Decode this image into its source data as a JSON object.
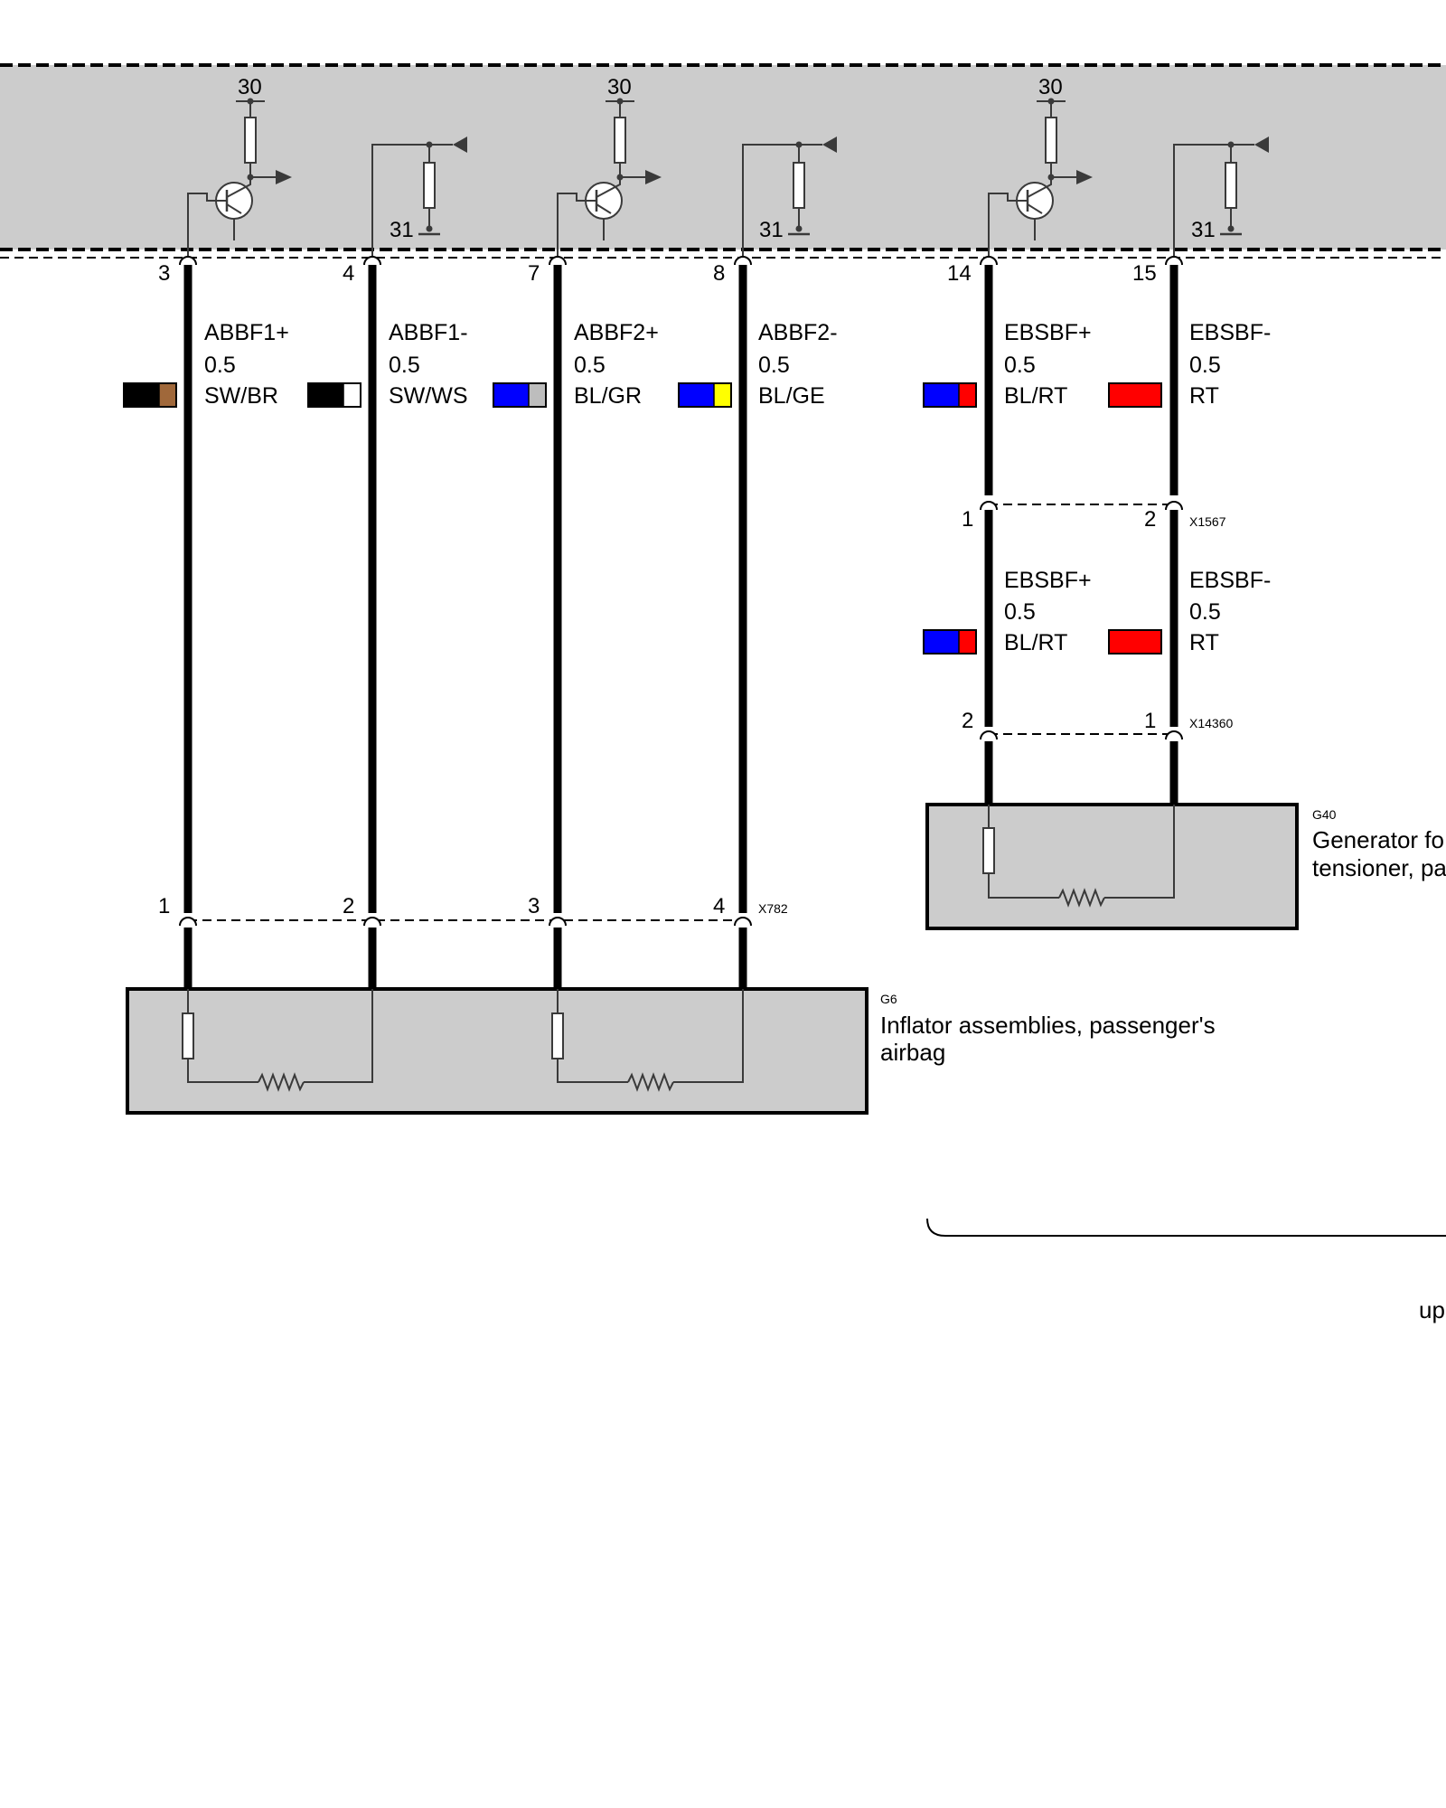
{
  "supply": {
    "plus": "30",
    "ground": "31"
  },
  "pins_module": [
    "3",
    "4",
    "7",
    "8",
    "14",
    "15"
  ],
  "wires": [
    {
      "signal": "ABBF1+",
      "size": "0.5",
      "color": "SW/BR",
      "c1": "#000000",
      "c2": "#a0683a"
    },
    {
      "signal": "ABBF1-",
      "size": "0.5",
      "color": "SW/WS",
      "c1": "#000000",
      "c2": "#ffffff"
    },
    {
      "signal": "ABBF2+",
      "size": "0.5",
      "color": "BL/GR",
      "c1": "#0000ff",
      "c2": "#bdbdbd"
    },
    {
      "signal": "ABBF2-",
      "size": "0.5",
      "color": "BL/GE",
      "c1": "#0000ff",
      "c2": "#ffff00"
    },
    {
      "signal": "EBSBF+",
      "size": "0.5",
      "color": "BL/RT",
      "c1": "#0000ff",
      "c2": "#ff0000"
    },
    {
      "signal": "EBSBF-",
      "size": "0.5",
      "color": "RT",
      "c1": "#ff0000",
      "c2": "#ff0000"
    }
  ],
  "wires_lower": [
    {
      "signal": "EBSBF+",
      "size": "0.5",
      "color": "BL/RT",
      "c1": "#0000ff",
      "c2": "#ff0000"
    },
    {
      "signal": "EBSBF-",
      "size": "0.5",
      "color": "RT",
      "c1": "#ff0000",
      "c2": "#ff0000"
    }
  ],
  "connectors": {
    "x1567": {
      "id": "X1567",
      "pins": [
        "1",
        "2"
      ]
    },
    "x14360": {
      "id": "X14360",
      "pins": [
        "2",
        "1"
      ]
    },
    "x782": {
      "id": "X782",
      "pins": [
        "1",
        "2",
        "3",
        "4"
      ]
    }
  },
  "components": {
    "g40": {
      "id": "G40",
      "name_line1": "Generator fo",
      "name_line2": "tensioner, pa"
    },
    "g6": {
      "id": "G6",
      "name_line1": "Inflator assemblies, passenger's",
      "name_line2": "airbag"
    }
  },
  "footer_text": "up",
  "colors": {
    "module_fill": "#cccccc",
    "component_fill": "#cccccc"
  }
}
